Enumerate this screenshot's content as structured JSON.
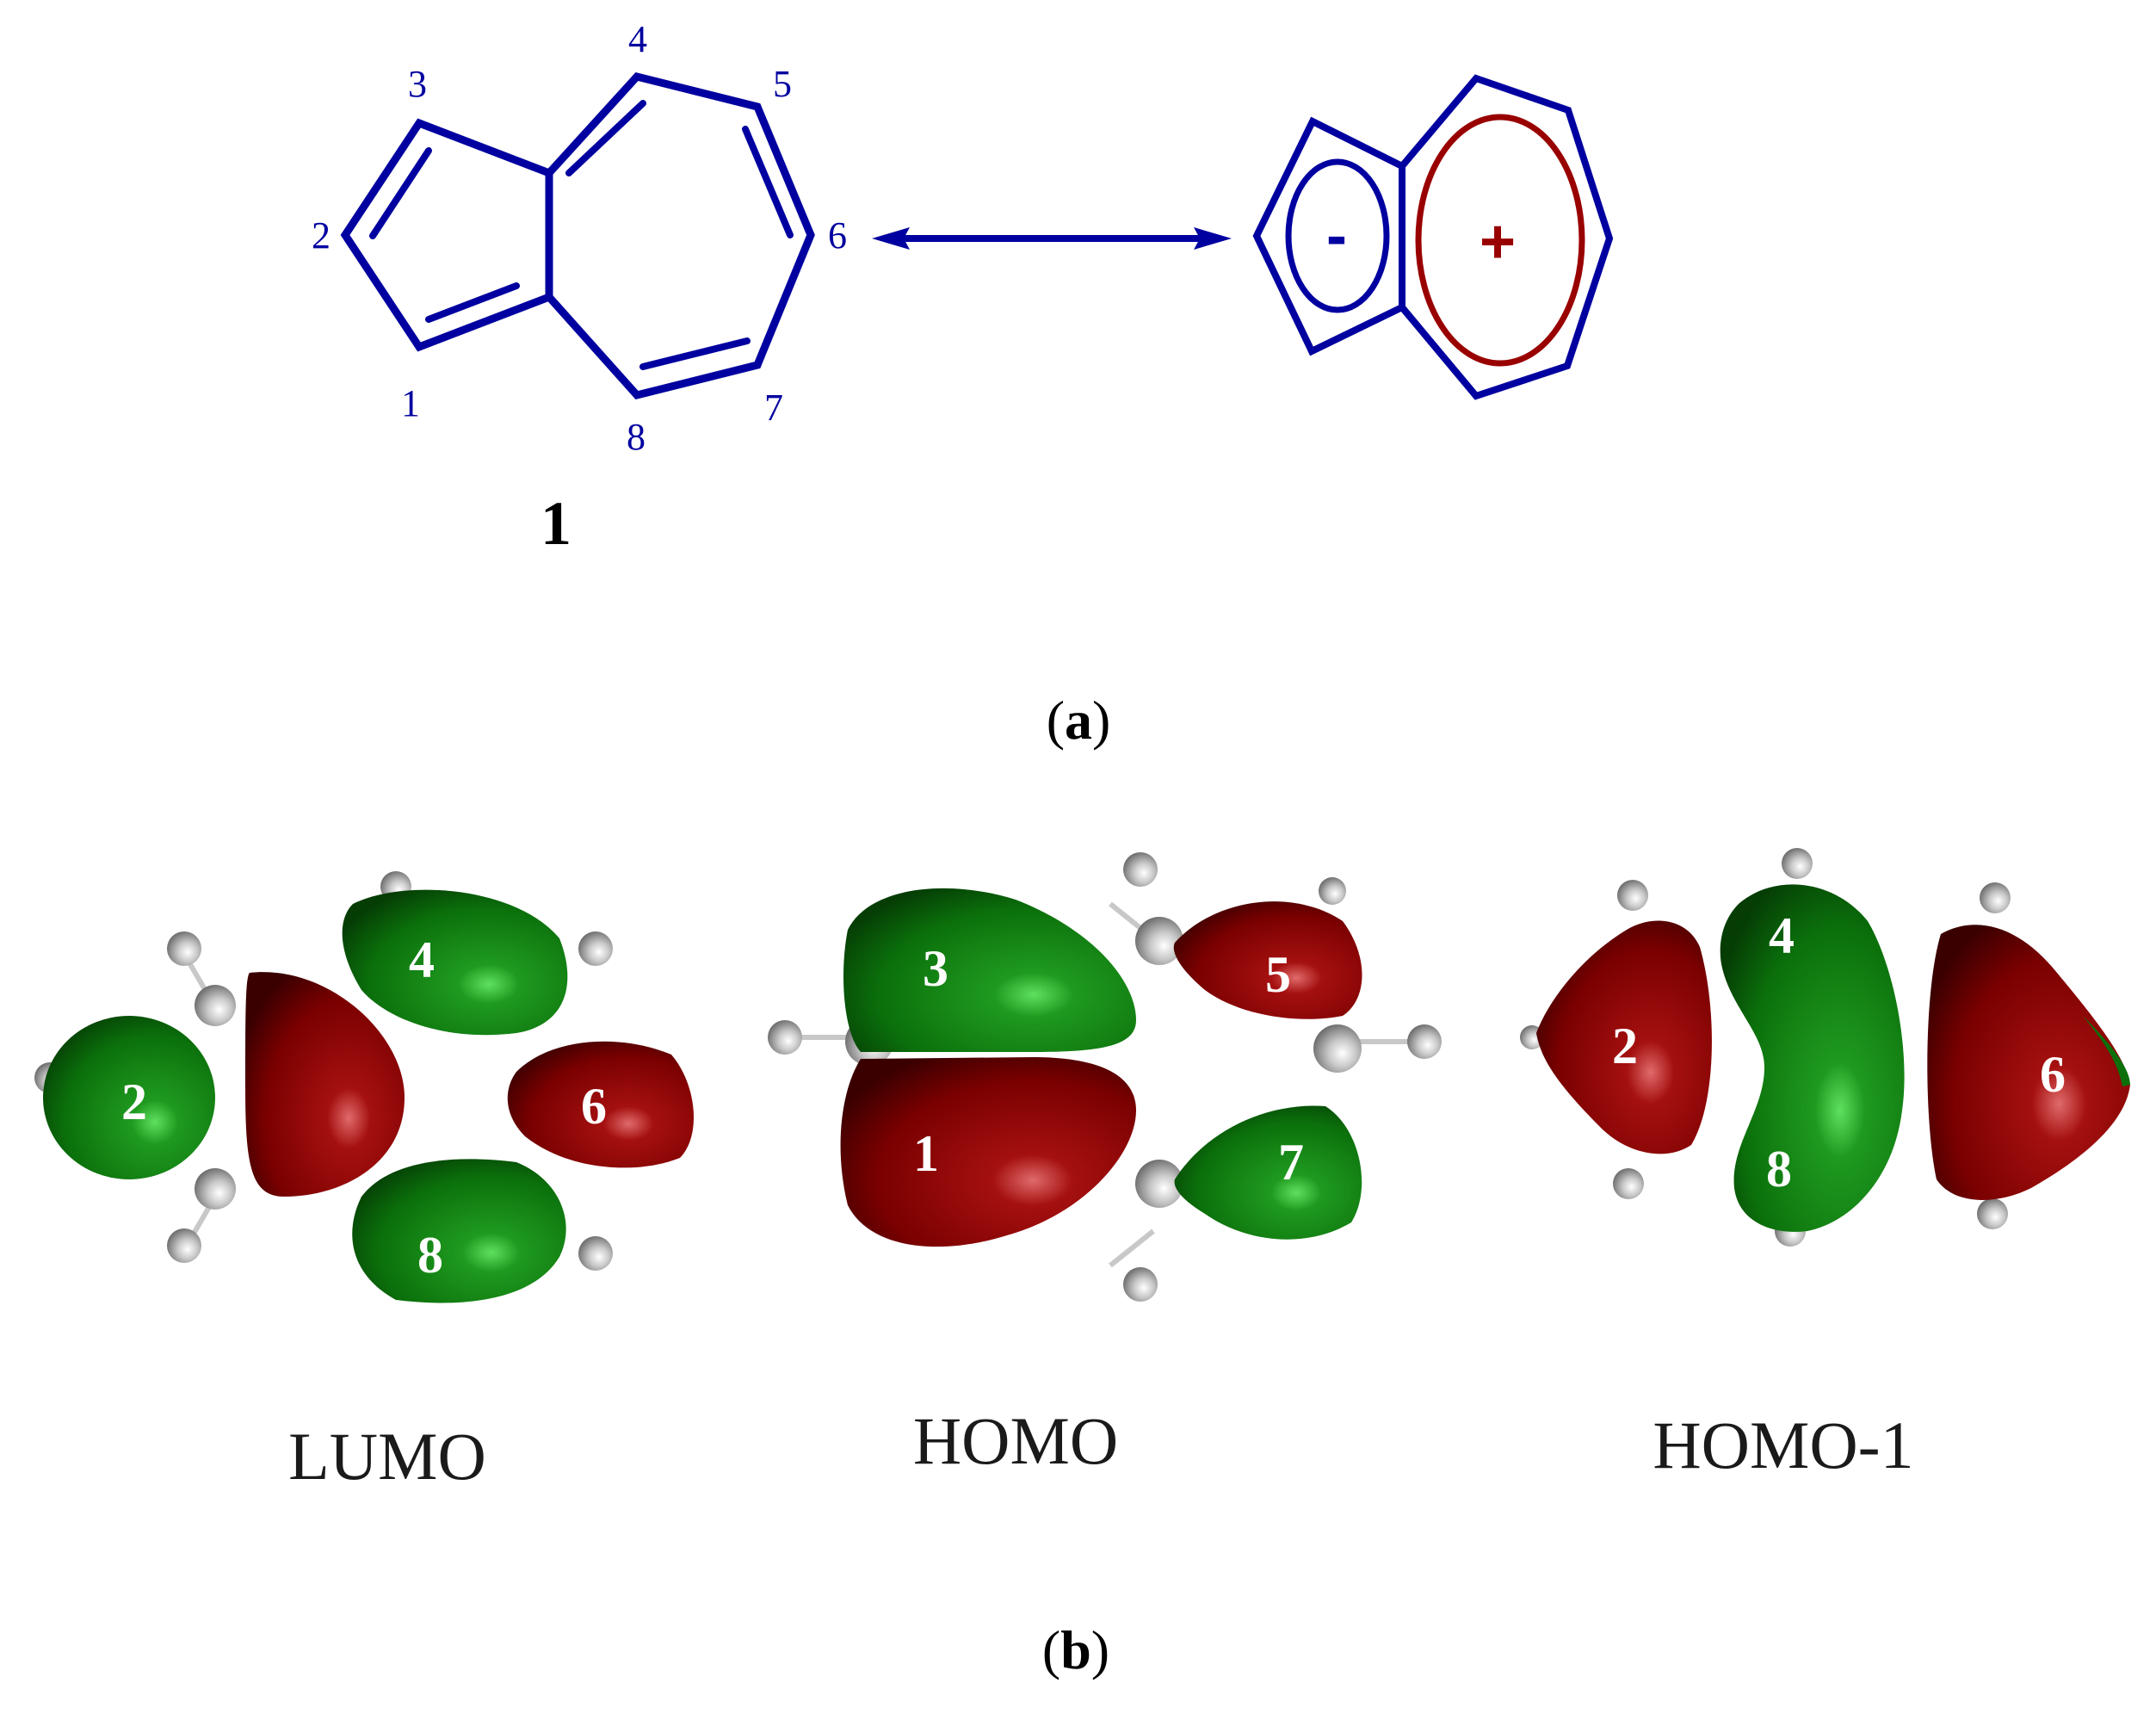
{
  "figure": {
    "colors": {
      "structure_blue": "#0000a0",
      "cation_red": "#990000",
      "orbital_green": "#0a7a0a",
      "orbital_red": "#8b0000",
      "hydrogen_gray": "#c8c8c8",
      "label_black": "#000000"
    },
    "panel_a": {
      "label_open": "(",
      "label_letter": "a",
      "label_close": ")",
      "azulene": {
        "compound_number": "1",
        "atom_numbers": [
          "1",
          "2",
          "3",
          "4",
          "5",
          "6",
          "7",
          "8"
        ]
      },
      "resonance_arrow": "double-headed-arrow",
      "zwitterion": {
        "five_ring_charge": "-",
        "seven_ring_charge": "+"
      }
    },
    "panel_b": {
      "label_open": "(",
      "label_letter": "b",
      "label_close": ")",
      "orbitals": [
        {
          "name": "LUMO",
          "lobes": [
            {
              "label": "2",
              "phase": "green"
            },
            {
              "label": "",
              "phase": "red"
            },
            {
              "label": "4",
              "phase": "green"
            },
            {
              "label": "6",
              "phase": "red"
            },
            {
              "label": "8",
              "phase": "green"
            }
          ]
        },
        {
          "name": "HOMO",
          "lobes": [
            {
              "label": "3",
              "phase": "green"
            },
            {
              "label": "1",
              "phase": "red"
            },
            {
              "label": "5",
              "phase": "red"
            },
            {
              "label": "7",
              "phase": "green"
            }
          ]
        },
        {
          "name": "HOMO-1",
          "lobes": [
            {
              "label": "2",
              "phase": "red"
            },
            {
              "label": "4",
              "phase": "green"
            },
            {
              "label": "8",
              "phase": "green"
            },
            {
              "label": "6",
              "phase": "red"
            }
          ]
        }
      ]
    }
  }
}
